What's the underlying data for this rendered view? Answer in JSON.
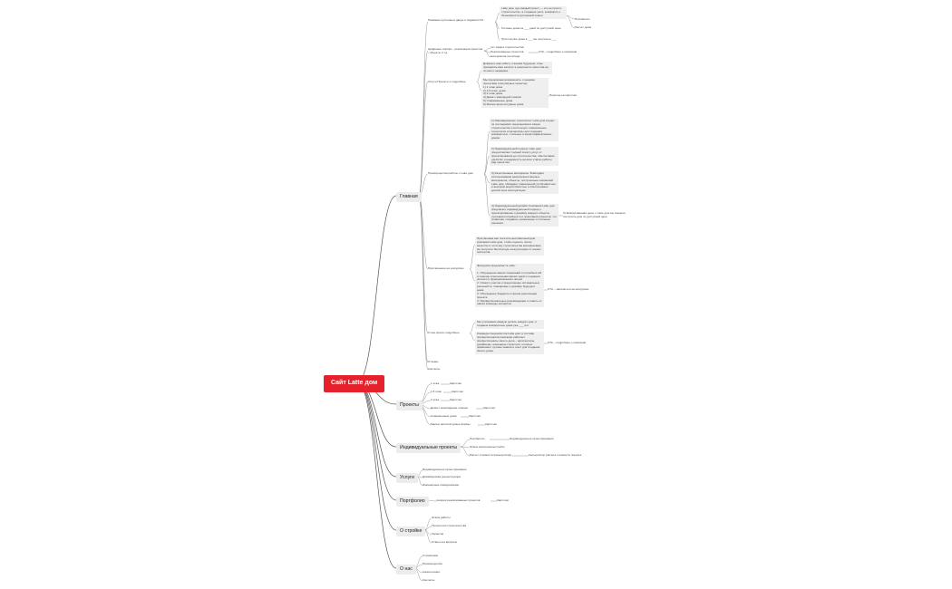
{
  "root": "Сайт Latte дом",
  "main": {
    "label": "Главная",
    "items": {
      "hero": "Название купленных дверь и подарки СТА",
      "hero_text1": "Latte дом, где каждый проект — это не просто строительство, а создание уюта, комфорта и безопасности для вашей семьи",
      "hero_text2": "Готовые дома за ___ дней по доступной цене",
      "hero_cta": "При покупке дома в ___ вы получаете ___",
      "hero_r1": "Портфолио",
      "hero_r2": "Расчет дома",
      "digits": "Цифровое портфо - реализация проектов - объекты и т.д.",
      "digits_t1": "лет сфера строительства",
      "digits_t2": "Реализованных проектов",
      "digits_t3": "материалов на складе",
      "digits_r": "СТА – подробнее о компании",
      "services": "Услуги Проекты и подробнее",
      "services_t1": "Доверьте нам заботу о вашем будущем, и мы превратим ваш каталог в реальность качества на потоки и ожидания.",
      "services_t2": "Мы предлагаем возможность с нашими проектами (популярные проекты):\n1) 1 этаж дома\n2) 1,5 этаж. дома\n3) 2 этаж дома\n4) Дома с мансардой этажом\n5) Современные дома\n6) Малые архитектурные дома",
      "services_r": "Переход на карточки",
      "advantages": "Преимущества работы с Latte дом",
      "adv_1": "1) Инновационные технологии: Latte дом следит за последними тенденциями в сфере строительства и использует современные технологии и материалы для создания комфортных, стильных и энергоэффективных домов.",
      "adv_2": "2) Индивидуальный подход: Latte дом предоставляет полный спектр услуг от проектирования до строительства, обеспечивая удобство и надежность на всех этапах работы над проектом.",
      "adv_3": "3) Качественные материалы: Благодаря использованию высококачественных материалов, объекты, построенные компанией Latte дом, обладают повышенной устойчивостью и высоким водостойкостью и обеспечивают долгий срок эксплуатации.",
      "adv_4": "4) Индивидуальный дизайн: Компания Latte дом предлагает индивидуальный подход к проектированию и дизайну каждого объекта, учитывая потребности и пожелания клиентов, что позволяет создавать уникальные и стильные решения.",
      "adv_r": "5) Фиксированная цена: с Latte дом вы сможете построить дом по доступной цене",
      "invite": "Приглашение на экскурсию",
      "invite_t1": "Приглашаем вас посетить выставочный дом компании Latte дом, чтобы оценить лично качество и эстетику строительства материалами, вы получите бесплатную консультацию от наших экспертов.",
      "invite_t2": "Экскурсия предлагает в себе:\n\n1. Обсуждение ваших пожеланий и потребностей и помощь в выполнении ваших идей и создании уютного и функционального жилья\n2. Осмотр участка и предложение оптимальных решений по планировке и дизайну будущего дома\n3. Обсуждение бюджета и сроков реализации проекта\n4. Профессиональные рекомендации и советы от наших команды экспертов",
      "invite_r": "СТА – записаться на экскурсию",
      "about": "О нас кратко подробнее",
      "about_t1": "Мы учитываем каждую деталь каждого дня, и создаем комфортные дома уже ___ лет",
      "about_t2": "Команда специалистов Latte дом: в составе профессионалов компании работает профессионалы своего дела – архитекторы, дизайнеры, инженеры-строители, которые применяют лучшие знания и опыт для создания своего дома.",
      "about_r": "СТА – подробнее о компании",
      "reviews": "Отзывы",
      "contacts": "Контакты"
    }
  },
  "projects": {
    "label": "Проекты",
    "items": [
      {
        "name": "1 этаж",
        "card": "Карточки"
      },
      {
        "name": "1,5 этаж",
        "card": "Карточки"
      },
      {
        "name": "2 этаж",
        "card": "Карточки"
      },
      {
        "name": "Дома с мансардным этажом",
        "card": "Карточки"
      },
      {
        "name": "Современные дома",
        "card": "Карточки"
      },
      {
        "name": "Малые архитектурные формы",
        "card": "Карточки"
      }
    ]
  },
  "individual": {
    "label": "Индивидуальные проекты",
    "items": [
      {
        "name": "Портфолио",
        "sub": "Индивидуальное проектирование"
      },
      {
        "name": "Этапы выполненных работ",
        "sub": ""
      },
      {
        "name": "Расчет стоимости (калькулятор)",
        "sub": "Калькулятор расчета стоимости проекта"
      }
    ]
  },
  "services": {
    "label": "Услуги",
    "items": [
      "Индивидуальное проектирование",
      "Дизайнерская реконструкция",
      "Инженерные коммуникации"
    ]
  },
  "portfolio": {
    "label": "Портфолио",
    "items": [
      {
        "name": "галерея реализованных проектов",
        "sub": "Карточки"
      }
    ]
  },
  "construction": {
    "label": "О стройке",
    "items": [
      "Этапы работы",
      "Технология строительства",
      "Гарантии",
      "Ответы на вопросы"
    ]
  },
  "aboutus": {
    "label": "О нас",
    "items": [
      "О компании",
      "Преимущества",
      "Компетенции",
      "Контакты"
    ]
  }
}
